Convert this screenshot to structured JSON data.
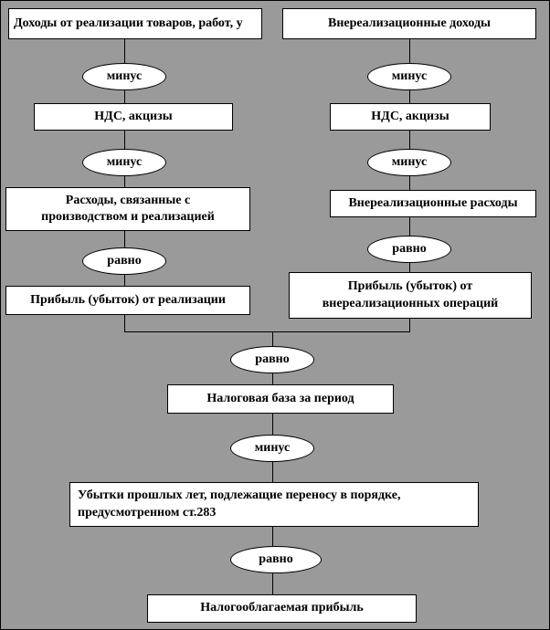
{
  "colors": {
    "background": "#9a9a9a",
    "node_fill": "#ffffff",
    "node_border": "#000000"
  },
  "nodes": {
    "sales_revenue": "Доходы от реализации товаров, работ, у",
    "minus_left_1": "минус",
    "vat_left": "НДС, акцизы",
    "minus_left_2": "минус",
    "production_expenses": "Расходы, связанные с производством и реализацией",
    "equals_left": "равно",
    "sales_profit": "Прибыль (убыток) от реализации",
    "nonoperating_income": "Внереализационные доходы",
    "minus_right_1": "минус",
    "vat_right": "НДС, акцизы",
    "minus_right_2": "минус",
    "nonoperating_expenses": "Внереализационные расходы",
    "equals_right": "равно",
    "nonoperating_profit": "Прибыль (убыток) от внереализационных операций",
    "equals_center": "равно",
    "tax_base": "Налоговая база за период",
    "minus_center": "минус",
    "prior_losses": "Убытки прошлых лет, подлежащие переносу в порядке, предусмотренном ст.283",
    "equals_final": "равно",
    "taxable_profit": "Налогооблагаемая прибыль"
  }
}
